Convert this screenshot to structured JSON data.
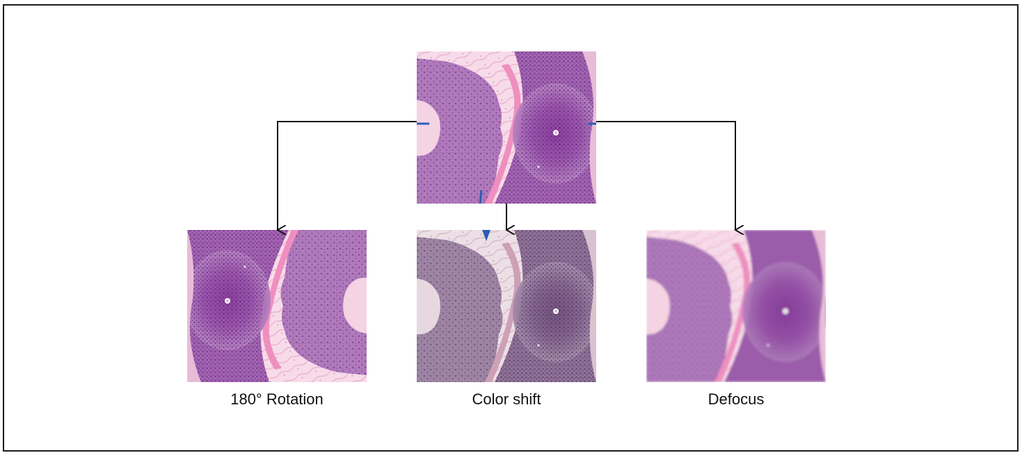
{
  "figure": {
    "source_tile": {
      "name": "original-histology-image"
    },
    "augmentations": [
      {
        "key": "rotation",
        "label": "180° Rotation"
      },
      {
        "key": "colorshift",
        "label": "Color shift"
      },
      {
        "key": "defocus",
        "label": "Defocus"
      }
    ]
  },
  "colors": {
    "frame_border": "#1a1a1a",
    "arrow": "#111111",
    "stroma_pink": "#f3c6dd",
    "tissue_purple": "#a05aa8",
    "nuclei_dark": "#5a2a80",
    "background_pink": "#f7dbe9",
    "annotation_blue": "#2b5cb5"
  }
}
